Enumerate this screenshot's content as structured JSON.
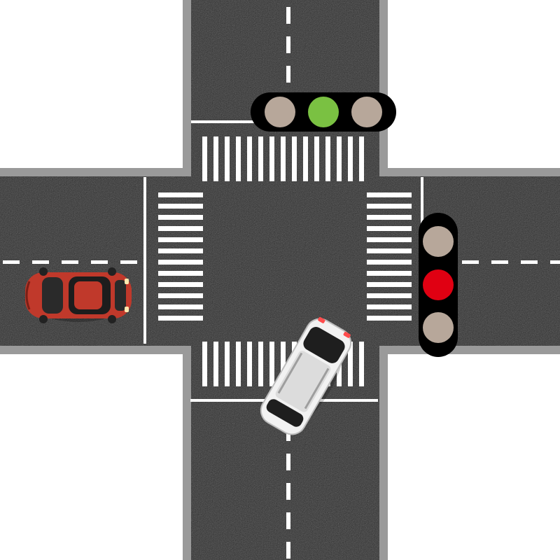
{
  "scene": {
    "type": "intersection",
    "background": "#ffffff",
    "road_color": "#2f2f2f",
    "curb_color": "#9a9a9a",
    "marking_color": "#ffffff"
  },
  "traffic_lights": [
    {
      "id": "north",
      "orientation": "horizontal",
      "lamps": [
        {
          "state": "off",
          "color": "#b7a79a"
        },
        {
          "state": "on",
          "label": "green",
          "color": "#7ac142"
        },
        {
          "state": "off",
          "color": "#b7a79a"
        }
      ]
    },
    {
      "id": "east",
      "orientation": "vertical",
      "lamps": [
        {
          "state": "off",
          "color": "#b7a79a"
        },
        {
          "state": "on",
          "label": "red",
          "color": "#e00012"
        },
        {
          "state": "off",
          "color": "#b7a79a"
        }
      ]
    }
  ],
  "vehicles": [
    {
      "id": "red-car",
      "kind": "sedan",
      "color": "#c0392b",
      "heading": "east"
    },
    {
      "id": "white-car",
      "kind": "suv",
      "color": "#f2f2f2",
      "heading": "north-east"
    }
  ]
}
